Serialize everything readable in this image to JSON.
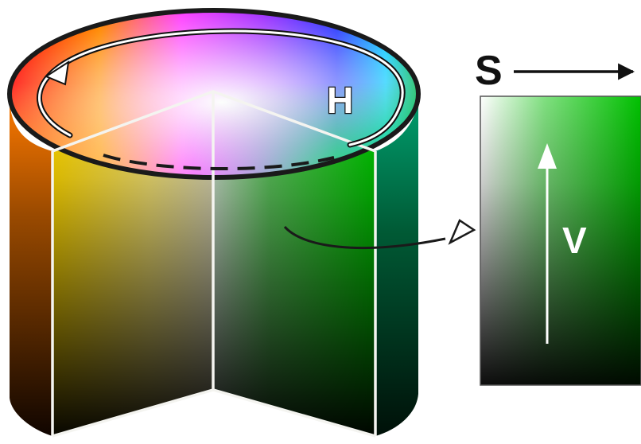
{
  "labels": {
    "hue": "H",
    "saturation": "S",
    "value": "V"
  }
}
